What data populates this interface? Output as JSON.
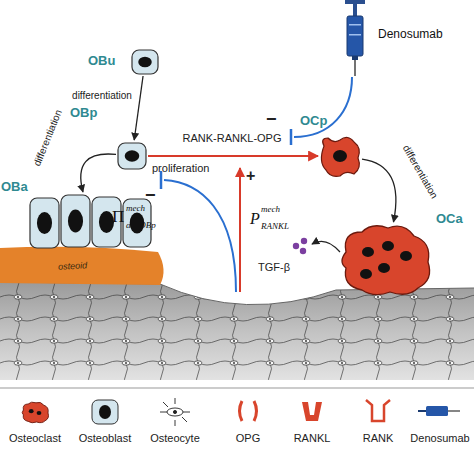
{
  "diagram": {
    "nodes": [
      {
        "text": [
          "Denosumab"
        ]
      },
      {
        "text": [
          "OBu"
        ]
      },
      {
        "text": [
          "OBp"
        ]
      },
      {
        "text": [
          "OCp"
        ]
      },
      {
        "text": [
          "OBa"
        ]
      },
      {
        "text": [
          "OCa"
        ]
      }
    ],
    "edges": [
      {
        "from": 1,
        "to": 2,
        "arrow": "to",
        "label": "differentiation"
      },
      {
        "from": 2,
        "to": 4,
        "arrow": "to",
        "label": "differentiation"
      },
      {
        "from": 3,
        "to": 5,
        "arrow": "to",
        "label": "differentiation"
      },
      {
        "from": 2,
        "to": 3,
        "arrow": "to",
        "label": "RANK-RANKL-OPG"
      }
    ],
    "labels": [
      "proliferation",
      "−",
      "−",
      "Π",
      "mech",
      "act,OBp",
      "+",
      "P",
      "mech",
      "RANKL",
      "TGF-β",
      "osteoid"
    ],
    "legend": [
      {
        "text": "Osteoclast"
      },
      {
        "text": "Osteoblast"
      },
      {
        "text": "Osteocyte"
      },
      {
        "text": "OPG"
      },
      {
        "text": "RANKL"
      },
      {
        "text": "RANK"
      },
      {
        "text": "Denosumab"
      }
    ]
  }
}
